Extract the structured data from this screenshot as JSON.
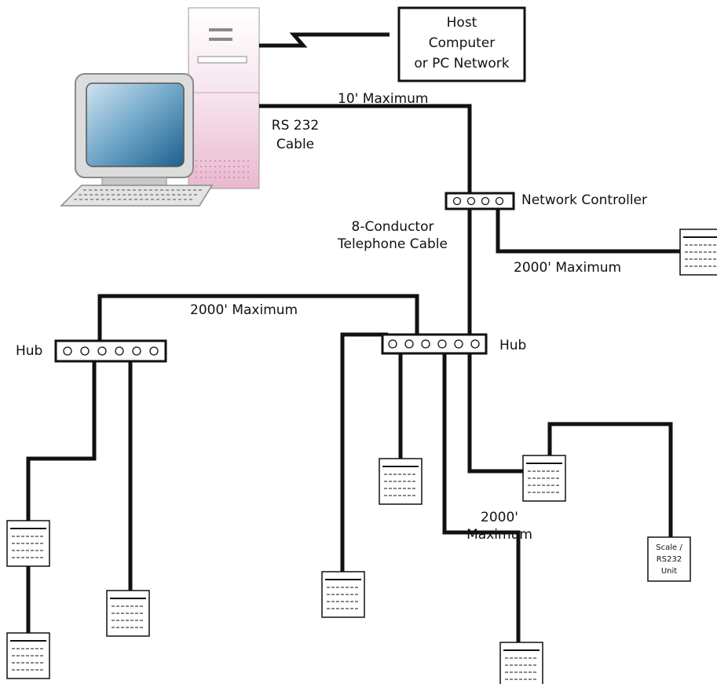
{
  "labels": {
    "host": [
      "Host",
      "Computer",
      "or PC Network"
    ],
    "rs232": [
      "RS 232",
      "Cable"
    ],
    "ten_max": "10' Maximum",
    "network_controller": "Network Controller",
    "telephone_cable": [
      "8-Conductor",
      "Telephone Cable"
    ],
    "controller_2000": "2000' Maximum",
    "hub_link_2000": "2000' Maximum",
    "hub_left": "Hub",
    "hub_right": "Hub",
    "drop_2000": [
      "2000'",
      "Maximum"
    ],
    "scale_unit": [
      "Scale /",
      "RS232",
      "Unit"
    ]
  },
  "colors": {
    "cable": "#111111",
    "tower": "#f3d8e4",
    "screen": "#3b7fa8",
    "monitor_bezel": "#dcdcdc"
  }
}
